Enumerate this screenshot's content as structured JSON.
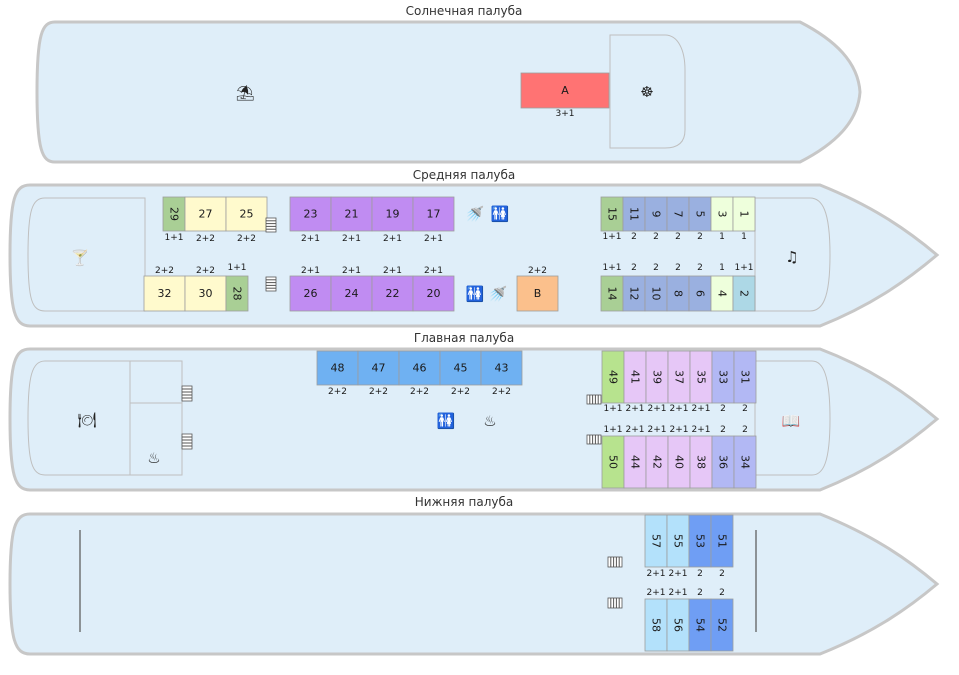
{
  "decks": [
    {
      "id": "sun",
      "title": "Солнечная палуба"
    },
    {
      "id": "middle",
      "title": "Средняя палуба"
    },
    {
      "id": "main",
      "title": "Главная палуба"
    },
    {
      "id": "lower",
      "title": "Нижняя палуба"
    }
  ],
  "colors": {
    "hull_fill": "#dfeef9",
    "hull_stroke": "#c7c7c7",
    "lux_red": "#ff7373",
    "cream": "#fffacd",
    "green": "#a9cf95",
    "purple": "#c08cf2",
    "blue": "#6fb1f2",
    "slate_blue": "#9ab0e0",
    "pale_green": "#eeffdc",
    "light_teal": "#add8e6",
    "orange": "#fbc08c",
    "lavender": "#e6c7f7",
    "periwinkle": "#b2b8f4",
    "sky": "#b3e1fb",
    "royal": "#6f9ef4"
  },
  "cabins": {
    "sun": [
      {
        "num": "A",
        "beds": "3+1",
        "color": "#ff7373"
      }
    ],
    "middle": [
      {
        "num": "29",
        "beds": "1+1",
        "color": "#a9cf95"
      },
      {
        "num": "27",
        "beds": "2+2",
        "color": "#fffacd"
      },
      {
        "num": "25",
        "beds": "2+2",
        "color": "#fffacd"
      },
      {
        "num": "32",
        "beds": "2+2",
        "color": "#fffacd"
      },
      {
        "num": "30",
        "beds": "2+2",
        "color": "#fffacd"
      },
      {
        "num": "28",
        "beds": "1+1",
        "color": "#a9cf95"
      },
      {
        "num": "23",
        "beds": "2+1",
        "color": "#c08cf2"
      },
      {
        "num": "21",
        "beds": "2+1",
        "color": "#c08cf2"
      },
      {
        "num": "19",
        "beds": "2+1",
        "color": "#c08cf2"
      },
      {
        "num": "17",
        "beds": "2+1",
        "color": "#c08cf2"
      },
      {
        "num": "26",
        "beds": "2+1",
        "color": "#c08cf2"
      },
      {
        "num": "24",
        "beds": "2+1",
        "color": "#c08cf2"
      },
      {
        "num": "22",
        "beds": "2+1",
        "color": "#c08cf2"
      },
      {
        "num": "20",
        "beds": "2+1",
        "color": "#c08cf2"
      },
      {
        "num": "B",
        "beds": "2+2",
        "color": "#fbc08c"
      },
      {
        "num": "15",
        "beds": "1+1",
        "color": "#a9cf95"
      },
      {
        "num": "11",
        "beds": "2",
        "color": "#9ab0e0"
      },
      {
        "num": "9",
        "beds": "2",
        "color": "#9ab0e0"
      },
      {
        "num": "7",
        "beds": "2",
        "color": "#9ab0e0"
      },
      {
        "num": "5",
        "beds": "2",
        "color": "#9ab0e0"
      },
      {
        "num": "3",
        "beds": "1",
        "color": "#eeffdc"
      },
      {
        "num": "1",
        "beds": "1",
        "color": "#eeffdc"
      },
      {
        "num": "14",
        "beds": "1+1",
        "color": "#a9cf95"
      },
      {
        "num": "12",
        "beds": "2",
        "color": "#9ab0e0"
      },
      {
        "num": "10",
        "beds": "2",
        "color": "#9ab0e0"
      },
      {
        "num": "8",
        "beds": "2",
        "color": "#9ab0e0"
      },
      {
        "num": "6",
        "beds": "2",
        "color": "#9ab0e0"
      },
      {
        "num": "4",
        "beds": "1",
        "color": "#eeffdc"
      },
      {
        "num": "2",
        "beds": "1+1",
        "color": "#add8e6"
      }
    ],
    "main": [
      {
        "num": "48",
        "beds": "2+2",
        "color": "#6fb1f2"
      },
      {
        "num": "47",
        "beds": "2+2",
        "color": "#6fb1f2"
      },
      {
        "num": "46",
        "beds": "2+2",
        "color": "#6fb1f2"
      },
      {
        "num": "45",
        "beds": "2+2",
        "color": "#6fb1f2"
      },
      {
        "num": "43",
        "beds": "2+2",
        "color": "#6fb1f2"
      },
      {
        "num": "49",
        "beds": "1+1",
        "color": "#b7e38e"
      },
      {
        "num": "41",
        "beds": "2+1",
        "color": "#e6c7f7"
      },
      {
        "num": "39",
        "beds": "2+1",
        "color": "#e6c7f7"
      },
      {
        "num": "37",
        "beds": "2+1",
        "color": "#e6c7f7"
      },
      {
        "num": "35",
        "beds": "2+1",
        "color": "#e6c7f7"
      },
      {
        "num": "33",
        "beds": "2",
        "color": "#b2b8f4"
      },
      {
        "num": "31",
        "beds": "2",
        "color": "#b2b8f4"
      },
      {
        "num": "50",
        "beds": "1+1",
        "color": "#b7e38e"
      },
      {
        "num": "44",
        "beds": "2+1",
        "color": "#e6c7f7"
      },
      {
        "num": "42",
        "beds": "2+1",
        "color": "#e6c7f7"
      },
      {
        "num": "40",
        "beds": "2+1",
        "color": "#e6c7f7"
      },
      {
        "num": "38",
        "beds": "2+1",
        "color": "#e6c7f7"
      },
      {
        "num": "36",
        "beds": "2",
        "color": "#b2b8f4"
      },
      {
        "num": "34",
        "beds": "2",
        "color": "#b2b8f4"
      }
    ],
    "lower": [
      {
        "num": "57",
        "beds": "2+1",
        "color": "#b3e1fb"
      },
      {
        "num": "55",
        "beds": "2+1",
        "color": "#b3e1fb"
      },
      {
        "num": "53",
        "beds": "2",
        "color": "#6f9ef4"
      },
      {
        "num": "51",
        "beds": "2",
        "color": "#6f9ef4"
      },
      {
        "num": "58",
        "beds": "2+1",
        "color": "#b3e1fb"
      },
      {
        "num": "56",
        "beds": "2+1",
        "color": "#b3e1fb"
      },
      {
        "num": "54",
        "beds": "2",
        "color": "#6f9ef4"
      },
      {
        "num": "52",
        "beds": "2",
        "color": "#6f9ef4"
      }
    ]
  },
  "icons": [
    {
      "name": "beach-umbrella-icon",
      "glyph": "⛱"
    },
    {
      "name": "ship-wheel-icon",
      "glyph": "☸"
    },
    {
      "name": "cocktail-icon",
      "glyph": "🍸"
    },
    {
      "name": "music-icon",
      "glyph": "♫"
    },
    {
      "name": "shower-icon",
      "glyph": "🚿"
    },
    {
      "name": "restroom-icon",
      "glyph": "🚻"
    },
    {
      "name": "restaurant-icon",
      "glyph": "🍽"
    },
    {
      "name": "kitchen-icon",
      "glyph": "♨"
    },
    {
      "name": "library-icon",
      "glyph": "📖"
    },
    {
      "name": "sauna-icon",
      "glyph": "♨"
    }
  ]
}
